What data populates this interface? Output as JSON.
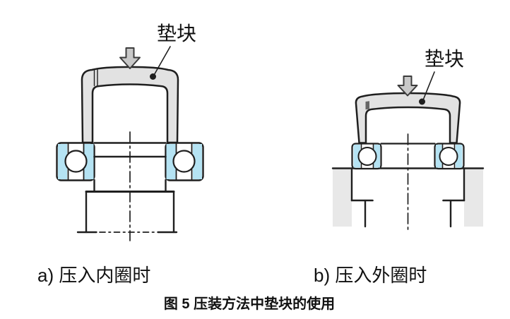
{
  "figure": {
    "pad_label": "垫块",
    "diagram_a": {
      "caption": "a) 压入内圈时"
    },
    "diagram_b": {
      "caption": "b) 压入外圈时"
    },
    "caption": "图 5 压装方法中垫块的使用"
  },
  "colors": {
    "line": "#1f1f1f",
    "bearing_ring_fill": "#b5e3f3",
    "pad_fill": "#e2e2e2",
    "housing_fill": "#e8e8e8",
    "arrow_fill": "#c9c9c9",
    "background": "#ffffff"
  }
}
